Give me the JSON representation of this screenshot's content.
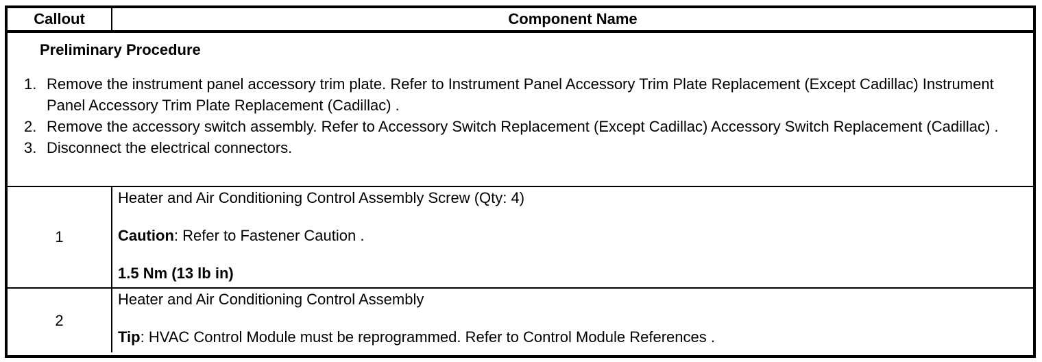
{
  "table": {
    "header": {
      "callout": "Callout",
      "component_name": "Component Name"
    },
    "preliminary": {
      "title": "Preliminary Procedure",
      "steps": [
        {
          "num": "1.",
          "text": "Remove the instrument panel accessory trim plate. Refer to Instrument Panel Accessory Trim Plate Replacement (Except Cadillac) Instrument Panel Accessory Trim Plate Replacement (Cadillac) ."
        },
        {
          "num": "2.",
          "text": "Remove the accessory switch assembly. Refer to Accessory Switch Replacement (Except Cadillac) Accessory Switch Replacement (Cadillac) ."
        },
        {
          "num": "3.",
          "text": "Disconnect the electrical connectors."
        }
      ]
    },
    "rows": [
      {
        "callout": "1",
        "component": "Heater and Air Conditioning Control Assembly Screw (Qty: 4)",
        "note_label": "Caution",
        "note_text": ": Refer to Fastener Caution .",
        "torque": "1.5 Nm (13 lb in)"
      },
      {
        "callout": "2",
        "component": "Heater and Air Conditioning Control Assembly",
        "note_label": "Tip",
        "note_text": ": HVAC Control Module must be reprogrammed. Refer to Control Module References ."
      }
    ]
  },
  "colors": {
    "border": "#000000",
    "text": "#000000",
    "background": "#ffffff"
  }
}
